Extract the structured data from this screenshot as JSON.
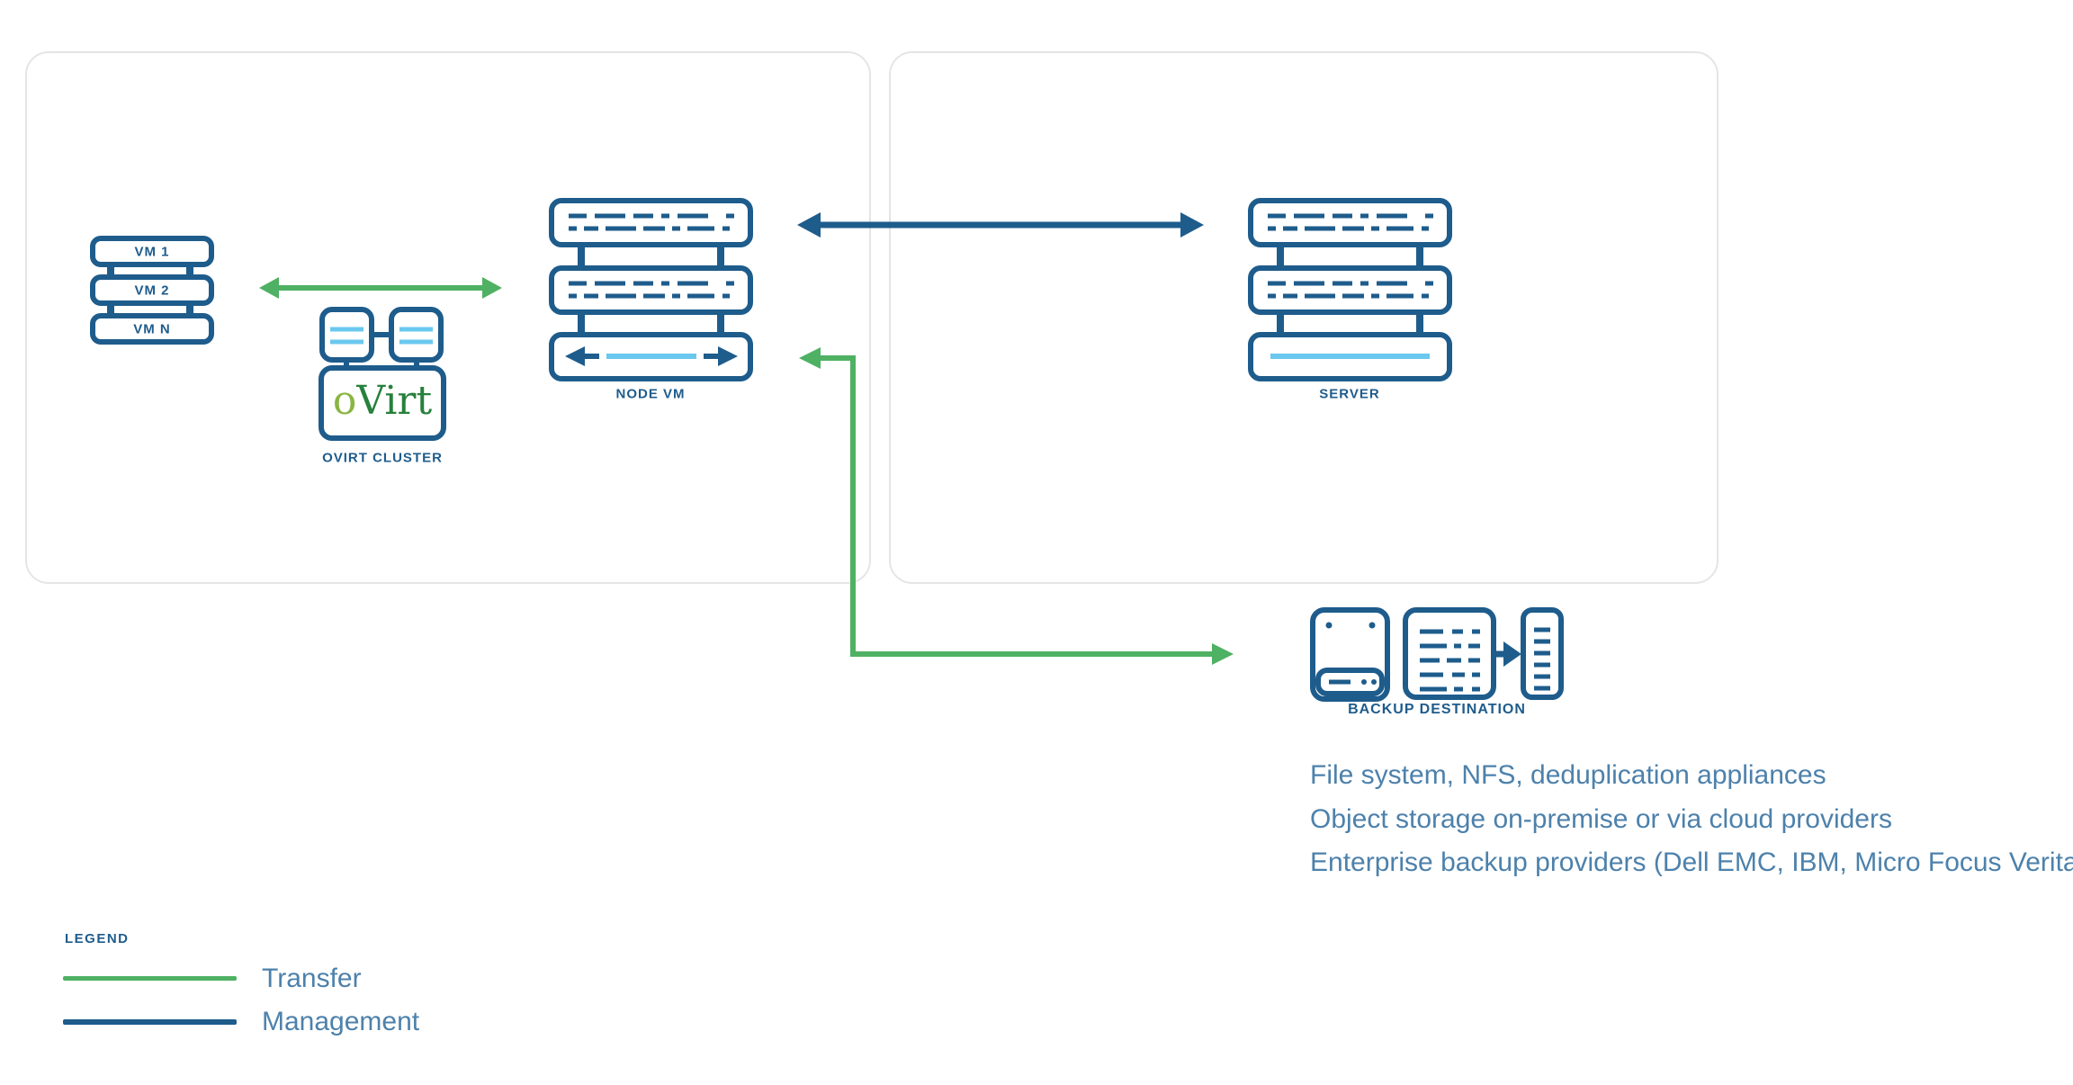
{
  "colors": {
    "dark_blue": "#1e5c8c",
    "green": "#4fb163",
    "light_blue": "#6ac8ef",
    "text_blue": "#4d81ab",
    "panel_border": "#e5e5e5",
    "ovirt_o_green": "#8ab542",
    "ovirt_virt_green": "#27803c"
  },
  "vm_stack": {
    "items": [
      "VM 1",
      "VM 2",
      "VM N"
    ]
  },
  "ovirt_cluster": {
    "logo_o": "o",
    "logo_rest": "Virt",
    "label": "OVIRT CLUSTER"
  },
  "node_vm": {
    "label": "NODE VM"
  },
  "server": {
    "label": "SERVER"
  },
  "backup": {
    "label": "BACKUP DESTINATION"
  },
  "notes": {
    "line1": "File system, NFS, deduplication appliances",
    "line2": "Object storage on-premise or via cloud providers",
    "line3": "Enterprise backup providers (Dell EMC, IBM, Micro Focus Veritas)"
  },
  "legend": {
    "title": "LEGEND",
    "items": [
      {
        "label": "Transfer",
        "color": "#4fb163"
      },
      {
        "label": "Management",
        "color": "#1e5c8c"
      }
    ]
  }
}
